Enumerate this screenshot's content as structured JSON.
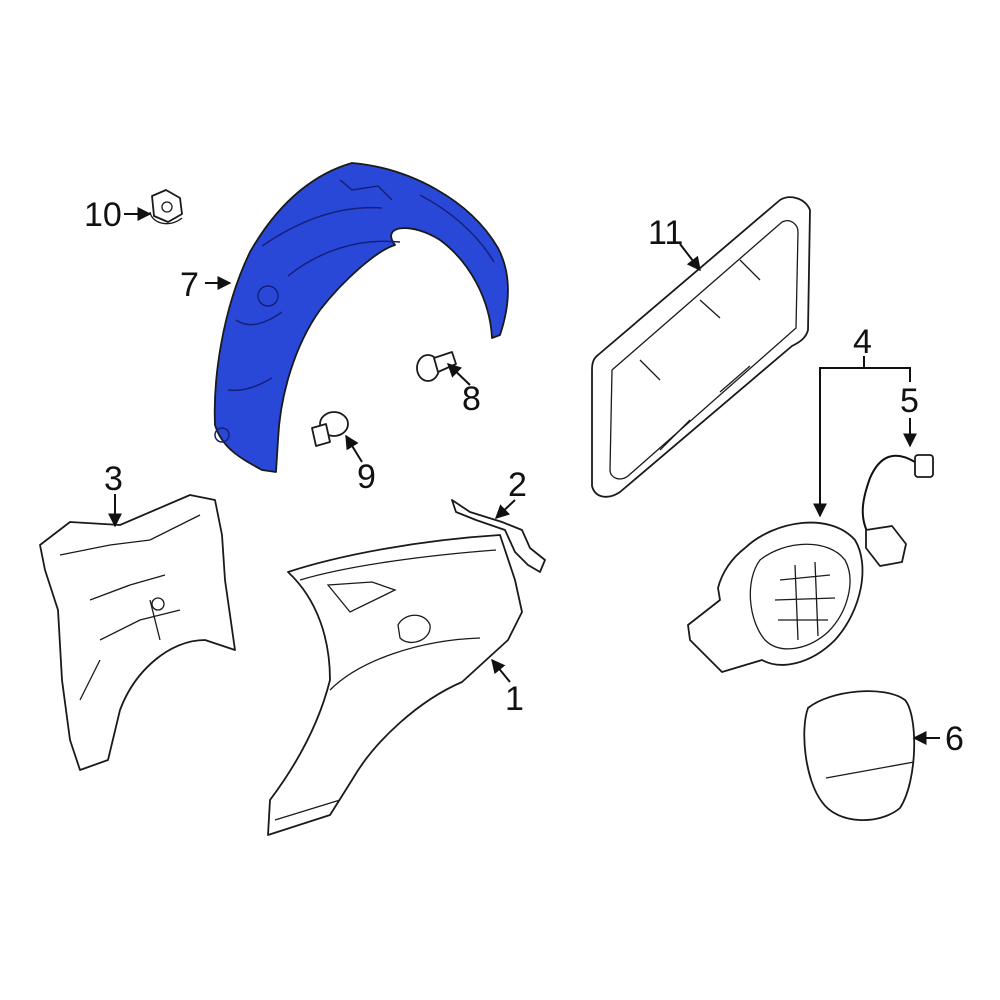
{
  "callouts": {
    "c1": "1",
    "c2": "2",
    "c3": "3",
    "c4": "4",
    "c5": "5",
    "c6": "6",
    "c7": "7",
    "c8": "8",
    "c9": "9",
    "c10": "10",
    "c11": "11"
  },
  "colors": {
    "highlight": "#2a48d8",
    "line": "#111111",
    "background": "#ffffff"
  }
}
